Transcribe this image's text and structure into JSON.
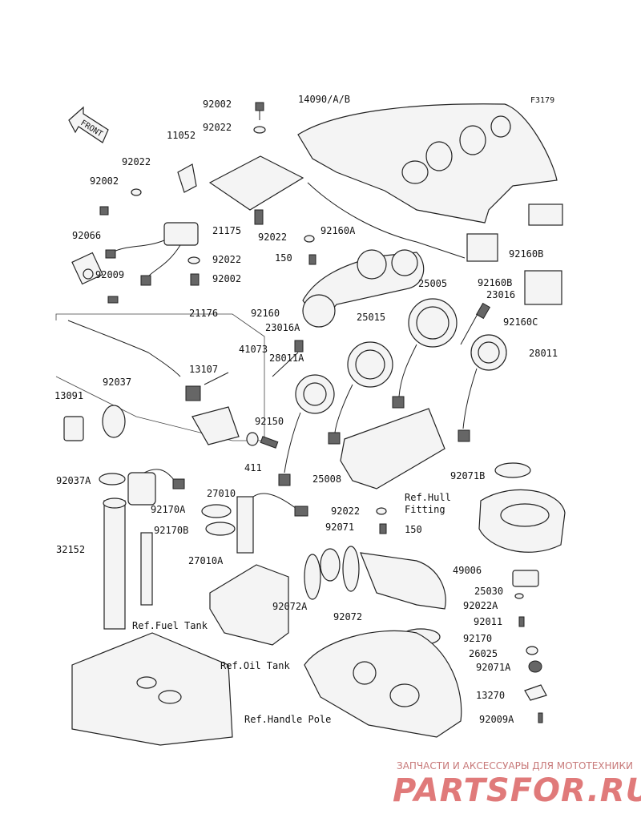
{
  "figure_code": "F3179",
  "front_label": "FRONT",
  "labels": [
    "92002",
    "92022",
    "14090/A/B",
    "11052",
    "92022",
    "92002",
    "92066",
    "21175",
    "92022",
    "92022",
    "92160A",
    "150",
    "92002",
    "92009",
    "92160B",
    "92160B",
    "92160",
    "21176",
    "23016A",
    "25015",
    "25005",
    "23016",
    "41073",
    "28011A",
    "28011",
    "13107",
    "92037",
    "13091",
    "92150",
    "411",
    "92160C",
    "25008",
    "92037A",
    "27010",
    "92071B",
    "92170A",
    "92022",
    "92170B",
    "92071",
    "150",
    "27010A",
    "32152",
    "49006",
    "25030",
    "92022A",
    "92072A",
    "92072",
    "92011",
    "92170",
    "26025",
    "92071A",
    "13270",
    "92009A"
  ],
  "ref_labels": [
    "Ref.Hull",
    "Fitting",
    "Ref.Fuel Tank",
    "Ref.Oil Tank",
    "Ref.Handle Pole"
  ],
  "watermark": {
    "tagline": "ЗАПЧАСТИ И АКСЕССУАРЫ ДЛЯ МОТОТЕХНИКИ",
    "brand": "PARTSFOR.RU"
  }
}
